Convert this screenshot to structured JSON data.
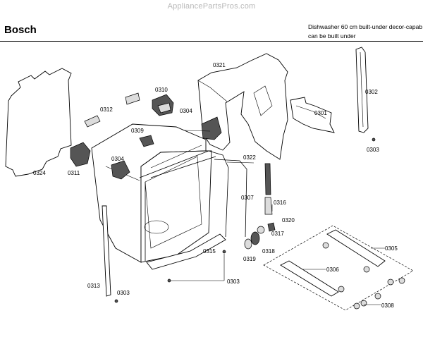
{
  "watermark": "AppliancePartsPros.com",
  "header": {
    "brand": "Bosch",
    "description_line1": "Dishwasher 60 cm built-under decor-capab",
    "description_line2": "can be built under"
  },
  "labels": {
    "p0321": "0321",
    "p0302": "0302",
    "p0310": "0310",
    "p0312": "0312",
    "p0304a": "0304",
    "p0301": "0301",
    "p0309": "0309",
    "p0324": "0324",
    "p0311": "0311",
    "p0304b": "0304",
    "p0322": "0322",
    "p0303a": "0303",
    "p0307": "0307",
    "p0316": "0316",
    "p0320": "0320",
    "p0317": "0317",
    "p0318": "0318",
    "p0319": "0319",
    "p0315": "0315",
    "p0305": "0305",
    "p0306": "0306",
    "p0313": "0313",
    "p0303b": "0303",
    "p0303c": "0303",
    "p0308": "0308"
  }
}
